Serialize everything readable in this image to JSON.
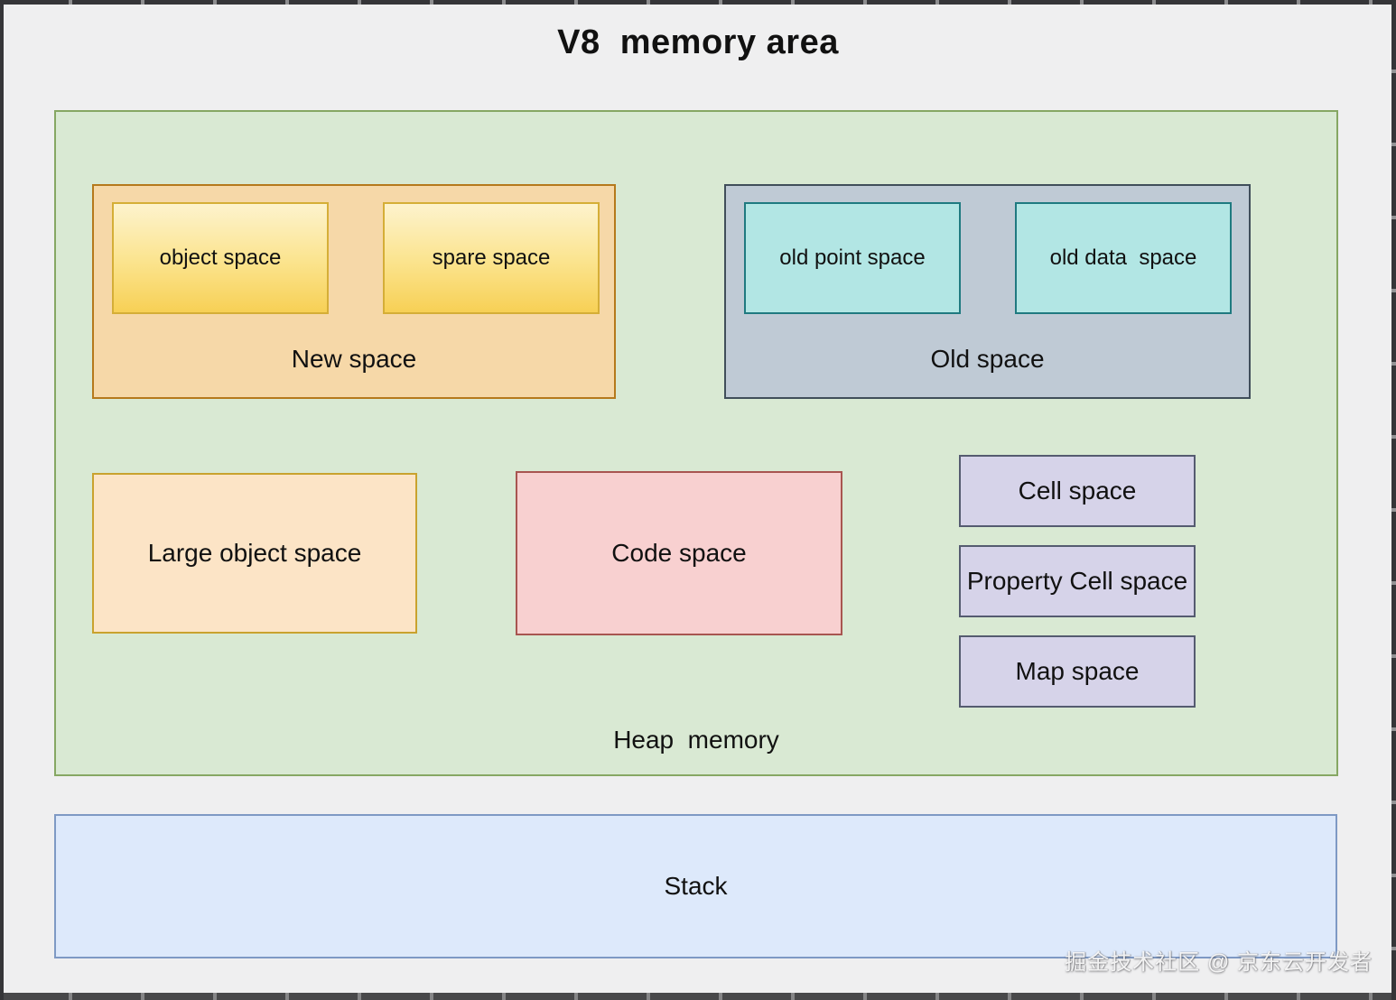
{
  "title": "V8  memory area",
  "heap": {
    "label": "Heap  memory",
    "new_space": {
      "label": "New space",
      "children": [
        {
          "label": "object space"
        },
        {
          "label": "spare space"
        }
      ]
    },
    "old_space": {
      "label": "Old space",
      "children": [
        {
          "label": "old point space"
        },
        {
          "label": "old data  space"
        }
      ]
    },
    "large_object_space": {
      "label": "Large object space"
    },
    "code_space": {
      "label": "Code space"
    },
    "side_spaces": [
      {
        "label": "Cell space"
      },
      {
        "label": "Property Cell space"
      },
      {
        "label": "Map space"
      }
    ]
  },
  "stack": {
    "label": "Stack"
  },
  "watermark": "掘金技术社区 @ 京东云开发者",
  "colors": {
    "page_background": "#efeff0",
    "window_border": "#353538",
    "heap_fill": "#d9e9d3",
    "heap_border": "#86a763",
    "new_space_fill": "#f6d8a8",
    "new_space_border": "#b5791c",
    "semispace_fill_top": "#fdf3cd",
    "semispace_fill_bottom": "#f7d055",
    "semispace_border": "#d5ae37",
    "old_space_fill": "#bfcad5",
    "old_space_border": "#404e5a",
    "old_inner_fill": "#b2e6e4",
    "old_inner_border": "#1f7a80",
    "large_object_fill": "#fce4c6",
    "large_object_border": "#c9a22e",
    "code_space_fill": "#f8d0d0",
    "code_space_border": "#a85550",
    "side_space_fill": "#d6d3e9",
    "side_space_border": "#555b70",
    "stack_fill": "#dde9fb",
    "stack_border": "#7e99c4"
  }
}
